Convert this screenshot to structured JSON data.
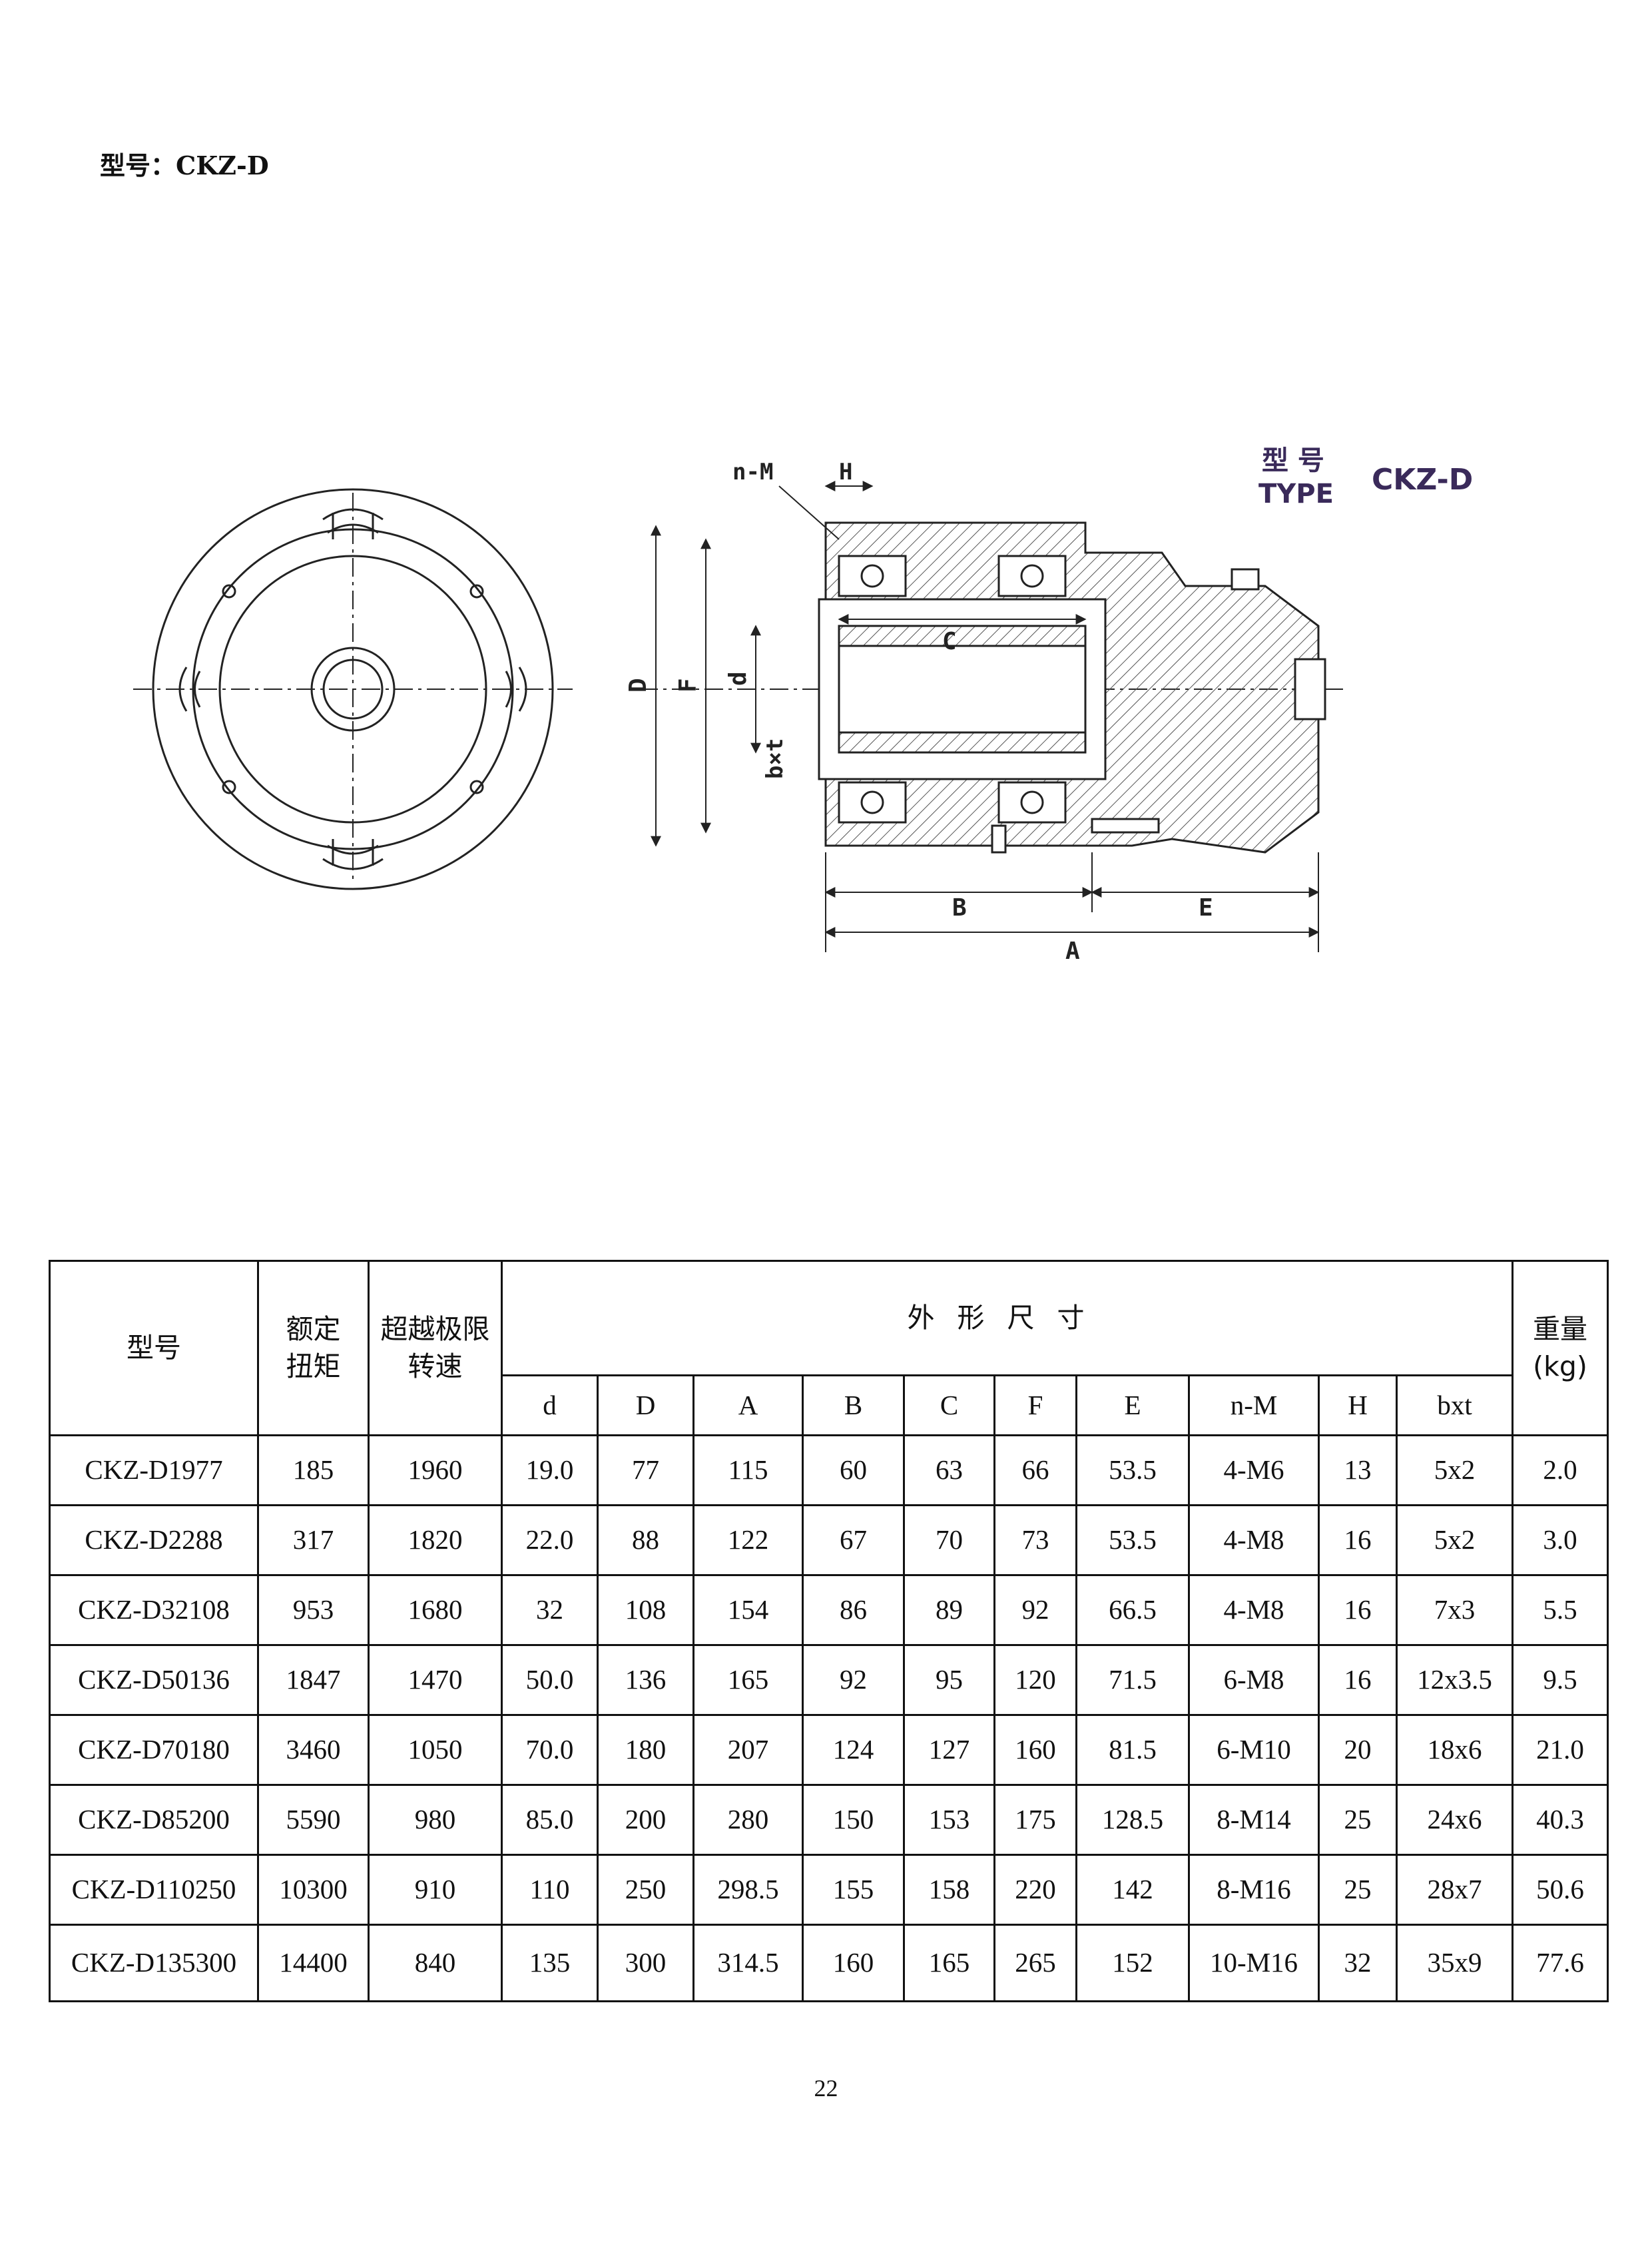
{
  "page": {
    "heading": "型号：CKZ-D",
    "page_number": "22"
  },
  "figure": {
    "type_label_cn": "型 号",
    "type_label_en": "TYPE",
    "type_value": "CKZ-D",
    "dim_labels": {
      "nM": "n-M",
      "H": "H",
      "D": "D",
      "F": "F",
      "d": "d",
      "bxt": "b×t",
      "C": "C",
      "B": "B",
      "E": "E",
      "A": "A"
    }
  },
  "table": {
    "header": {
      "model": "型号",
      "torque_line1": "额定",
      "torque_line2": "扭矩",
      "speed_line1": "超越极限",
      "speed_line2": "转速",
      "dims_group": "外形尺寸",
      "weight_line1": "重量",
      "weight_line2": "(kg)",
      "dim_columns": [
        "d",
        "D",
        "A",
        "B",
        "C",
        "F",
        "E",
        "n-M",
        "H",
        "bxt"
      ]
    },
    "rows": [
      [
        "CKZ-D1977",
        "185",
        "1960",
        "19.0",
        "77",
        "115",
        "60",
        "63",
        "66",
        "53.5",
        "4-M6",
        "13",
        "5x2",
        "2.0"
      ],
      [
        "CKZ-D2288",
        "317",
        "1820",
        "22.0",
        "88",
        "122",
        "67",
        "70",
        "73",
        "53.5",
        "4-M8",
        "16",
        "5x2",
        "3.0"
      ],
      [
        "CKZ-D32108",
        "953",
        "1680",
        "32",
        "108",
        "154",
        "86",
        "89",
        "92",
        "66.5",
        "4-M8",
        "16",
        "7x3",
        "5.5"
      ],
      [
        "CKZ-D50136",
        "1847",
        "1470",
        "50.0",
        "136",
        "165",
        "92",
        "95",
        "120",
        "71.5",
        "6-M8",
        "16",
        "12x3.5",
        "9.5"
      ],
      [
        "CKZ-D70180",
        "3460",
        "1050",
        "70.0",
        "180",
        "207",
        "124",
        "127",
        "160",
        "81.5",
        "6-M10",
        "20",
        "18x6",
        "21.0"
      ],
      [
        "CKZ-D85200",
        "5590",
        "980",
        "85.0",
        "200",
        "280",
        "150",
        "153",
        "175",
        "128.5",
        "8-M14",
        "25",
        "24x6",
        "40.3"
      ],
      [
        "CKZ-D110250",
        "10300",
        "910",
        "110",
        "250",
        "298.5",
        "155",
        "158",
        "220",
        "142",
        "8-M16",
        "25",
        "28x7",
        "50.6"
      ],
      [
        "CKZ-D135300",
        "14400",
        "840",
        "135",
        "300",
        "314.5",
        "160",
        "165",
        "265",
        "152",
        "10-M16",
        "32",
        "35x9",
        "77.6"
      ]
    ]
  }
}
